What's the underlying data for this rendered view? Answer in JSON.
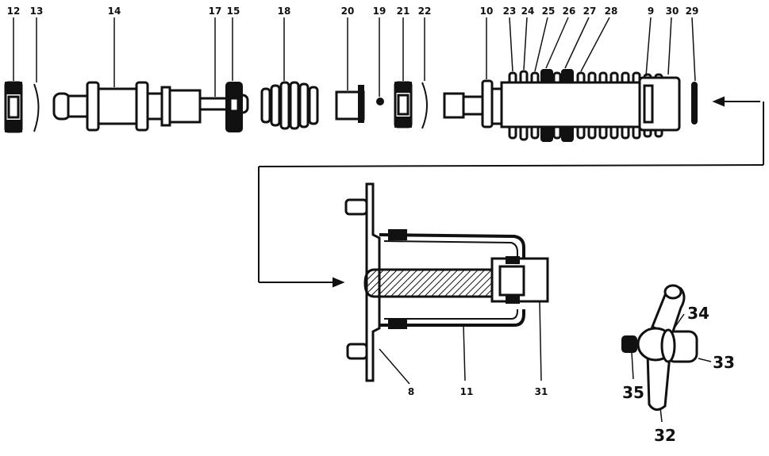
{
  "labels": {
    "p12": "12",
    "p13": "13",
    "p14": "14",
    "p17": "17",
    "p15": "15",
    "p18": "18",
    "p20": "20",
    "p19": "19",
    "p21": "21",
    "p22": "22",
    "p10": "10",
    "p23": "23",
    "p24": "24",
    "p25": "25",
    "p26": "26",
    "p27": "27",
    "p28": "28",
    "p9": "9",
    "p30": "30",
    "p29": "29",
    "p8": "8",
    "p11": "11",
    "p31": "31",
    "p34": "34",
    "p33": "33",
    "p35": "35",
    "p32": "32"
  }
}
